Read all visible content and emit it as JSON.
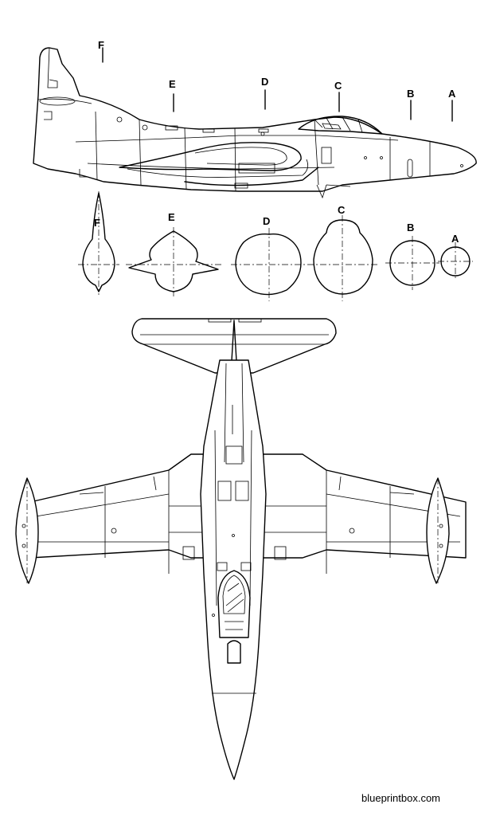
{
  "section_labels": {
    "a": "A",
    "b": "B",
    "c": "C",
    "d": "D",
    "e": "E",
    "f": "F"
  },
  "watermark": "blueprintbox.com"
}
